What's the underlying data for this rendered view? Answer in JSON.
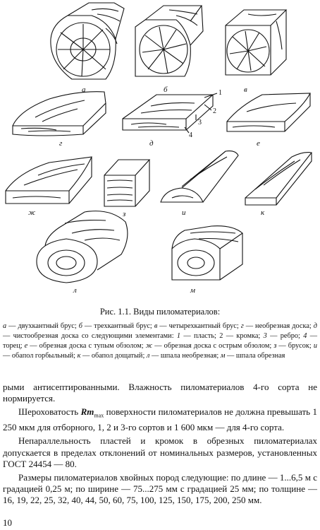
{
  "figure": {
    "labels": [
      "а",
      "б",
      "в",
      "г",
      "д",
      "е",
      "ж",
      "з",
      "и",
      "к",
      "л",
      "м"
    ],
    "part_numbers": [
      "1",
      "2",
      "3",
      "4"
    ]
  },
  "caption": "Рис. 1.1. Виды пиломатериалов:",
  "legend": [
    {
      "k": "а",
      "t": " — двухкантный брус; "
    },
    {
      "k": "б",
      "t": " — трехкантный брус; "
    },
    {
      "k": "в",
      "t": " — четырехкантный брус; "
    },
    {
      "k": "г",
      "t": " — необрезная доска; "
    },
    {
      "k": "д",
      "t": " — чистообрезная доска со следующими элементами: "
    },
    {
      "k": "1",
      "t": " — пласть; 2 — кромка; "
    },
    {
      "k": "3",
      "t": " — ребро; "
    },
    {
      "k": "4",
      "t": " — торец; "
    },
    {
      "k": "е",
      "t": " — обрезная доска с тупым обзолом; "
    },
    {
      "k": "ж",
      "t": " — обрезная доска с острым обзолом; "
    },
    {
      "k": "з",
      "t": " — брусок; "
    },
    {
      "k": "и",
      "t": " — обапол горбыльный; "
    },
    {
      "k": "к",
      "t": " — обапол дощатый; "
    },
    {
      "k": "л",
      "t": " — шпала необрезная; "
    },
    {
      "k": "м",
      "t": " — шпала обрезная"
    }
  ],
  "body": {
    "p1": "рыми антисептированными. Влажность пиломатериалов 4-го сорта не нормируется.",
    "p2_rm": "Rm",
    "p2_sub": "max",
    "p2_pre": "Шероховатость ",
    "p2_post": " поверхности пиломатериалов не должна превышать 1 250 мкм для отборного, 1, 2 и 3-го сортов и 1 600 мкм — для 4-го сорта.",
    "p3": "Непараллельность пластей и кромок в обрезных пиломатериалах допускается в пределах отклонений от номинальных размеров, установленных ГОСТ 24454 — 80.",
    "p4": "Размеры пиломатериалов хвойных пород следующие: по длине — 1...6,5 м с градацией 0,25 м; по ширине — 75...275 мм с градацией 25 мм; по толщине — 16, 19, 22, 25, 32, 40, 44, 50, 60, 75, 100, 125, 150, 175, 200, 250 мм."
  },
  "page_number": "10"
}
